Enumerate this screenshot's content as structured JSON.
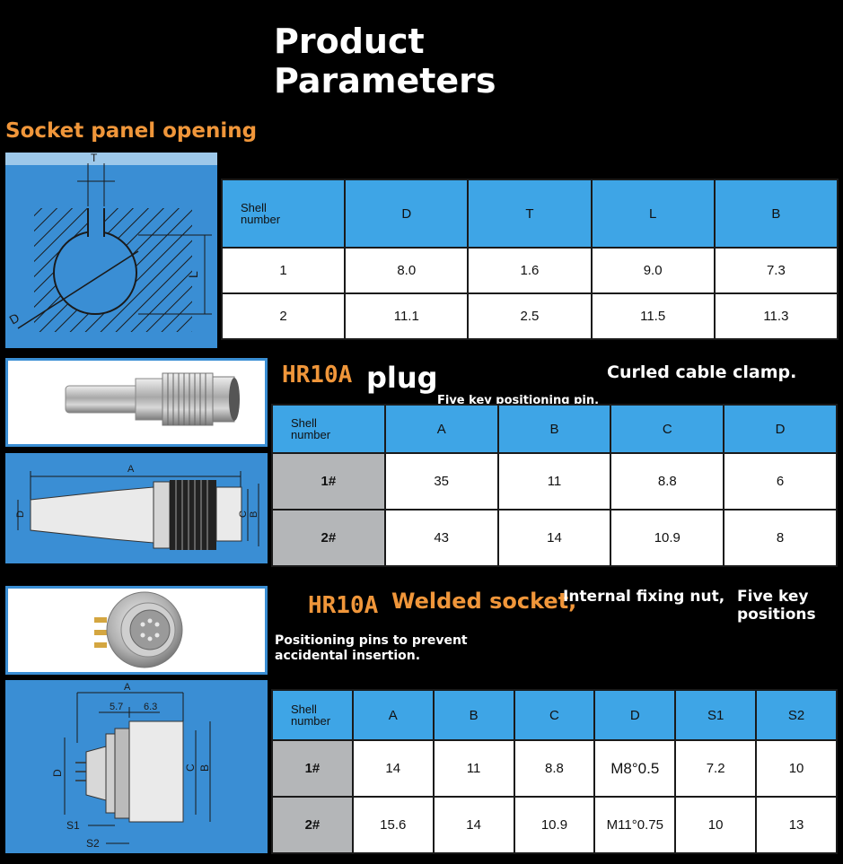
{
  "title_line1": "Product",
  "title_line2": "Parameters",
  "socket_panel": {
    "heading": "Socket panel opening",
    "diagram_labels": {
      "d": "D",
      "t": "T",
      "l": "L"
    },
    "table": {
      "shell_label": "Shell\nnumber",
      "columns": [
        "D",
        "T",
        "L",
        "B"
      ],
      "rows": [
        {
          "shell": "1",
          "values": [
            "8.0",
            "1.6",
            "9.0",
            "7.3"
          ]
        },
        {
          "shell": "2",
          "values": [
            "11.1",
            "2.5",
            "11.5",
            "11.3"
          ]
        }
      ]
    }
  },
  "plug": {
    "model": "HR10A",
    "name": "plug",
    "feature1": "Curled cable clamp.",
    "feature2": "Five key positioning pin,",
    "diagram_labels": {
      "a": "A",
      "d": "D",
      "c": "C",
      "b": "B"
    },
    "table": {
      "shell_label": "Shell\nnumber",
      "columns": [
        "A",
        "B",
        "C",
        "D"
      ],
      "rows": [
        {
          "shell": "1#",
          "values": [
            "35",
            "11",
            "8.8",
            "6"
          ]
        },
        {
          "shell": "2#",
          "values": [
            "43",
            "14",
            "10.9",
            "8"
          ]
        }
      ]
    }
  },
  "welded": {
    "model": "HR10A",
    "name": "Welded socket,",
    "feature1": "Internal fixing nut,",
    "feature2a": "Five key",
    "feature2b": "positions",
    "feature3a": "Positioning pins to prevent",
    "feature3b": "accidental insertion.",
    "diagram_labels": {
      "a": "A",
      "dim1": "5.7",
      "dim2": "6.3",
      "d": "D",
      "c": "C",
      "b": "B",
      "s1": "S1",
      "s2": "S2"
    },
    "table": {
      "shell_label": "Shell\nnumber",
      "columns": [
        "A",
        "B",
        "C",
        "D",
        "S1",
        "S2"
      ],
      "rows": [
        {
          "shell": "1#",
          "values": [
            "14",
            "11",
            "8.8",
            "M8°0.5",
            "7.2",
            "10"
          ]
        },
        {
          "shell": "2#",
          "values": [
            "15.6",
            "14",
            "10.9",
            "M11°0.75",
            "10",
            "13"
          ]
        }
      ]
    }
  },
  "colors": {
    "panel_blue": "#3a8ed4",
    "header_blue": "#3ea5e6",
    "accent_orange": "#f0963a",
    "shell_grey": "#b4b6b8"
  }
}
